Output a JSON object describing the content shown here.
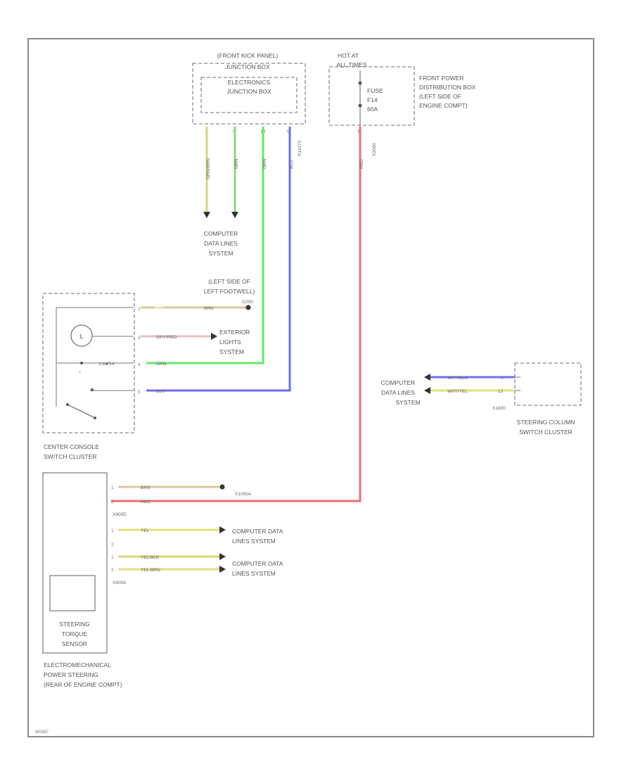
{
  "components": {
    "front_kick_panel": {
      "line1": "(FRONT KICK PANEL)",
      "line2": "JUNCTION BOX",
      "line3": "ELECTRONICS",
      "line4": "JUNCTION BOX"
    },
    "fuse_box": {
      "hot": "HOT AT",
      "times": "ALL TIMES",
      "fuse": "FUSE",
      "fuse_id": "F14",
      "rating": "60A"
    },
    "front_power_box": {
      "line1": "FRONT POWER",
      "line2": "DISTRIBUTION BOX",
      "line3": "(LEFT SIDE OF",
      "line4": "ENGINE COMPT)"
    },
    "computer_top": {
      "line1": "COMPUTER",
      "line2": "DATA LINES",
      "line3": "SYSTEM"
    },
    "left_footwell": {
      "line1": "(LEFT SIDE OF",
      "line2": "LEFT FOOTWELL)",
      "ground": "G200"
    },
    "exterior_lights": {
      "line1": "EXTERIOR",
      "line2": "LIGHTS",
      "line3": "SYSTEM"
    },
    "center_console": {
      "line1": "CENTER CONSOLE",
      "line2": "SWITCH CLUSTER"
    },
    "computer_right": {
      "line1": "COMPUTER",
      "line2": "DATA LINES",
      "line3": "SYSTEM"
    },
    "steering_column": {
      "line1": "STEERING COLUMN",
      "line2": "SWITCH CLUSTER",
      "connector": "X1800"
    },
    "eps": {
      "line1": "ELECTROMECHANICAL",
      "line2": "POWER STEERING",
      "line3": "(REAR OF ENGINE COMPT)",
      "conn1": "X600D",
      "conn2": "X600A",
      "splice": "X1000A"
    },
    "torque_sensor": {
      "line1": "STEERING",
      "line2": "TORQUE",
      "line3": "SENSOR"
    },
    "computer_eps1": {
      "line1": "COMPUTER DATA",
      "line2": "LINES SYSTEM"
    },
    "computer_eps2": {
      "line1": "COMPUTER DATA",
      "line2": "LINES SYSTEM"
    }
  },
  "wires": {
    "ej1": "GRN/BRN",
    "ej2": "GRN",
    "ej3": "GRN",
    "ej4": "BLU",
    "ej_conn": "X14273",
    "fuse_out": "RED",
    "fuse_conn": "X2000",
    "cc1a": "BRN",
    "cc1b": "BRN",
    "cc2": "GRY/RED",
    "cc3": "GRN",
    "cc4": "BLU",
    "cc_conn": "X14714",
    "sc1": "WHT/BLU",
    "sc2": "WHT/YEL",
    "eps1": "BRN",
    "eps2": "RED",
    "eps3": "YEL",
    "eps5": "YEL/BLK",
    "eps6": "YEL/BRN"
  },
  "pins": {
    "ej": [
      "1",
      "5",
      "18",
      "9"
    ],
    "fuse": "1",
    "cc": [
      "1",
      "3",
      "4",
      "5"
    ],
    "sc": [
      "5",
      "12"
    ],
    "eps": [
      "1",
      "2",
      "1",
      "2",
      "1",
      "2"
    ]
  },
  "footer": {
    "code": "W0387"
  },
  "colors": {
    "green": "#69e56a",
    "blue": "#6f6ef2",
    "red": "#ee6e6e",
    "yellow": "#e0e07a",
    "olive": "#d4d482",
    "tan": "#d9c897",
    "grey": "#8a8a8a"
  }
}
